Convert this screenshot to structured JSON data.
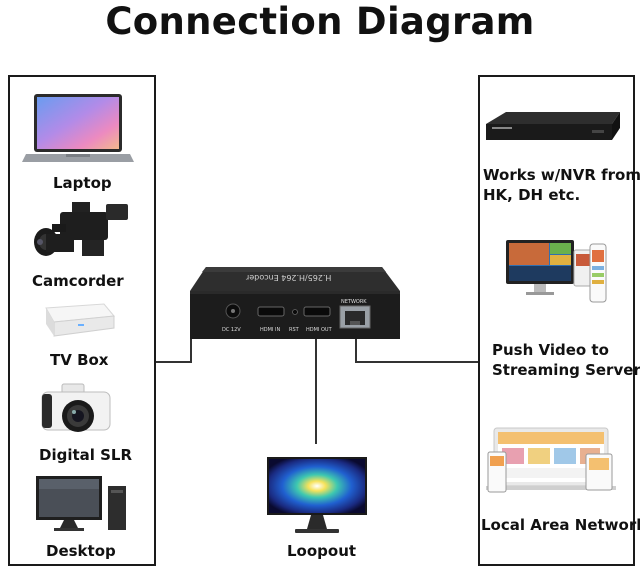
{
  "title": "Connection Diagram",
  "inputs": [
    {
      "label": "Laptop",
      "icon": "laptop-icon"
    },
    {
      "label": "Camcorder",
      "icon": "camcorder-icon"
    },
    {
      "label": "TV Box",
      "icon": "tv-box-icon"
    },
    {
      "label": "Digital SLR",
      "icon": "camera-icon"
    },
    {
      "label": "Desktop",
      "icon": "desktop-icon"
    }
  ],
  "outputs": [
    {
      "label_lines": [
        "Works w/NVR from",
        "HK, DH etc."
      ],
      "icon": "nvr-icon"
    },
    {
      "label_lines": [
        "Push Video to",
        "Streaming Server"
      ],
      "icon": "streaming-devices-icon"
    },
    {
      "label_lines": [
        "Local Area Network"
      ],
      "icon": "lan-devices-icon"
    }
  ],
  "loopout": {
    "label": "Loopout",
    "icon": "monitor-icon"
  },
  "encoder": {
    "top_text": "H.265/H.264 Encoder",
    "ports": {
      "dc": "DC 12V",
      "hdmi_in": "HDMI IN",
      "rst": "RST",
      "hdmi_out": "HDMI OUT",
      "network": "NETWORK"
    }
  },
  "colors": {
    "border": "#1a1a1a",
    "device": "#1c1c1c",
    "line": "#333333"
  }
}
